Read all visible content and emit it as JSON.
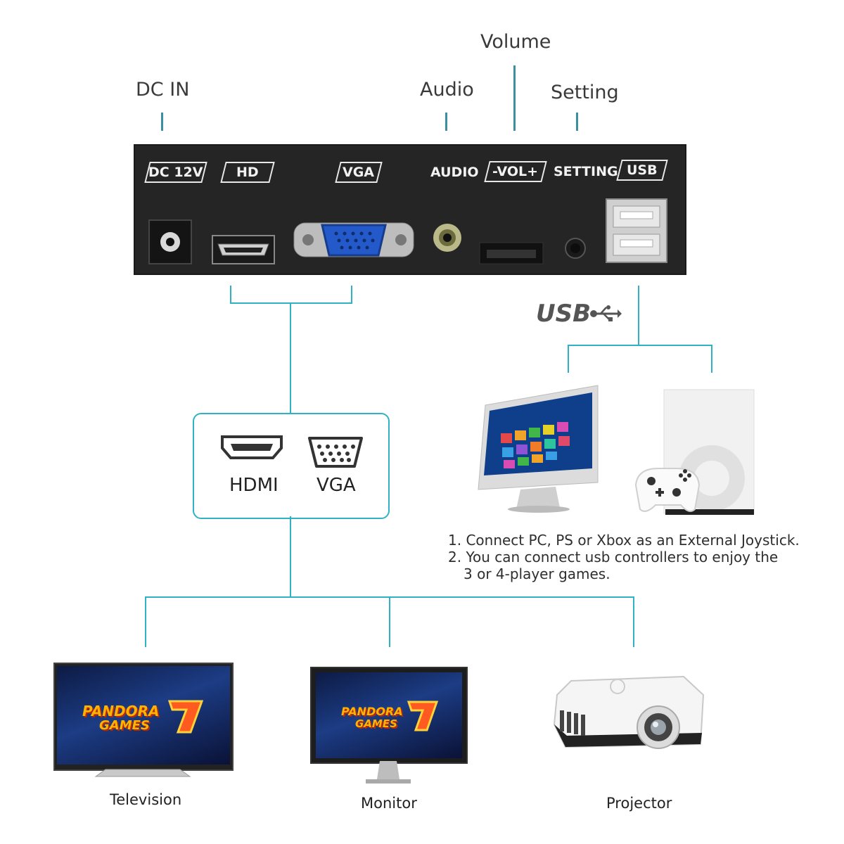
{
  "top_labels": {
    "dc_in": "DC IN",
    "audio": "Audio",
    "volume": "Volume",
    "setting": "Setting"
  },
  "panel": {
    "dc": "DC 12V",
    "hd": "HD",
    "vga": "VGA",
    "audio": "AUDIO",
    "vol": "-VOL+",
    "setting": "SETTING",
    "usb": "USB"
  },
  "usb_heading": "USB",
  "outputs_box": {
    "hdmi": "HDMI",
    "vga": "VGA"
  },
  "usb_notes": [
    "1. Connect PC, PS or Xbox as an External Joystick.",
    "2. You can connect usb controllers to enjoy the",
    "3 or 4-player games."
  ],
  "devices": {
    "television": "Television",
    "monitor": "Monitor",
    "projector": "Projector"
  },
  "logo": {
    "line1": "PANDORA",
    "line2": "GAMES"
  },
  "colors": {
    "line": "#2fb3c4",
    "panel": "#252525",
    "vga_port": "#2459c9"
  }
}
